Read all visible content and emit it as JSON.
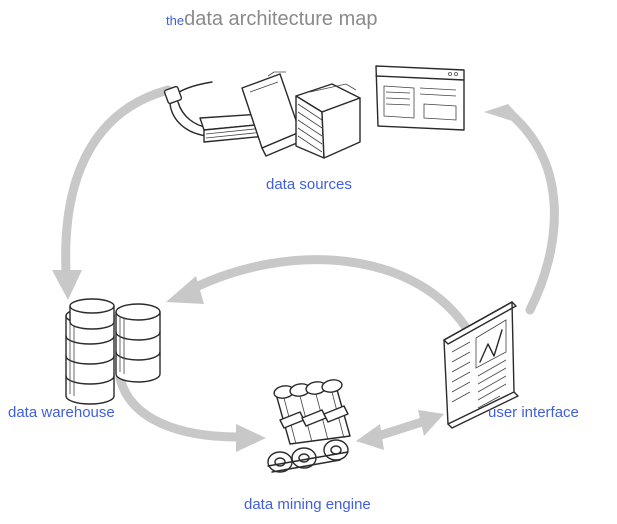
{
  "title": {
    "prefix": "the",
    "main": "data architecture map"
  },
  "nodes": {
    "sources": {
      "label": "data sources",
      "icon": "documents-icon"
    },
    "warehouse": {
      "label": "data warehouse",
      "icon": "database-icon"
    },
    "mining": {
      "label": "data mining engine",
      "icon": "rollers-icon"
    },
    "interface": {
      "label": "user interface",
      "icon": "window-icon"
    }
  },
  "colors": {
    "label": "#3f5fe0",
    "title": "#8a8a8a",
    "arrow": "#c8c8c8",
    "ink": "#2a2a2a"
  }
}
